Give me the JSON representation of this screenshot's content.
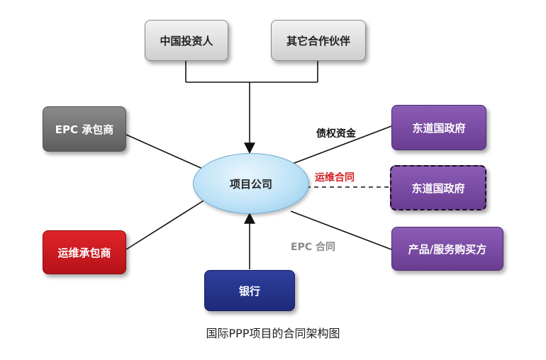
{
  "nodes": {
    "chinese_investor": "中国投资人",
    "other_partners": "其它合作伙伴",
    "epc_contractor": "EPC 承包商",
    "om_contractor": "运维承包商",
    "bank": "银行",
    "project_company": "项目公司",
    "dongdao_gov_1": "东道国政府",
    "dongdao_gov_2": "东道国政府",
    "buyer": "产品/服务购买方"
  },
  "edge_labels": {
    "debt_equity": "债权资金",
    "om_contract": "运维合同",
    "epc_contract": "EPC 合同"
  },
  "caption": "国际PPP项目的合同架构图",
  "colors": {
    "line": "#111111",
    "om_label": "#d01c22",
    "epc_label": "#8a8a8a"
  }
}
